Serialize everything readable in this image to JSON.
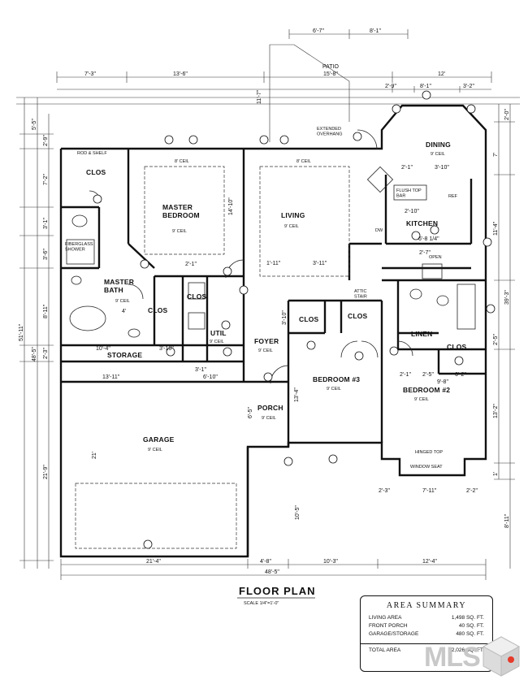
{
  "top_dims": {
    "d1": "6'-7\"",
    "d2": "8'-1\"",
    "patio": "PATIO",
    "d3": "7'-3\"",
    "d4": "13'-6\"",
    "d5": "15'-8\"",
    "d6": "12'",
    "d7": "2'-9\"",
    "d8": "8'-1\"",
    "d9": "3'-2\"",
    "d10": "11'-7\""
  },
  "left_dims": {
    "l1": "5'-5\"",
    "l2": "2'-9\"",
    "l3": "7'-2\"",
    "l4": "3'-1\"",
    "l5": "3'-6\"",
    "l6": "8'-11\"",
    "l7": "2'-3\"",
    "l8": "48'-5\"",
    "l9": "21'-9\"",
    "l10": "51'-11\""
  },
  "right_dims": {
    "r1": "2'-0\"",
    "r2": "7'",
    "r3": "11'-4\"",
    "r4": "39'-3\"",
    "r5": "2'-5\"",
    "r6": "13'-2\"",
    "r7": "1'",
    "r8": "8'-11\""
  },
  "rooms": {
    "clos1": "CLOS",
    "rod_shelf": "ROD & SHELF",
    "master_bedroom": "MASTER\nBEDROOM",
    "master_ceil": "9' CEIL",
    "living": "LIVING",
    "living_ceil": "9' CEIL",
    "dining": "DINING",
    "dining_ceil": "9' CEIL",
    "kitchen": "KITCHEN",
    "master_bath": "MASTER\nBATH",
    "bath_ceil": "9' CEIL",
    "fiberglass": "FIBERGLASS\nSHOWER",
    "clos2": "CLOS",
    "clos3": "CLOS",
    "util": "UTIL",
    "util_ceil": "9' CEIL",
    "storage": "STORAGE",
    "foyer": "FOYER",
    "foyer_ceil": "9' CEIL",
    "clos4": "CLOS",
    "clos5": "CLOS",
    "clos6": "CLOS",
    "linen": "LINEN",
    "bedroom3": "BEDROOM #3",
    "bedroom3_ceil": "9' CEIL",
    "bedroom2": "BEDROOM #2",
    "bedroom2_ceil": "9' CEIL",
    "porch": "PORCH",
    "porch_ceil": "9' CEIL",
    "garage": "GARAGE",
    "garage_ceil": "9' CEIL",
    "flush_bar": "FLUSH TOP\nBAR",
    "extended": "EXTENDED\nOVERHANG",
    "hinged_top": "HINGED TOP",
    "window_seat": "WINDOW SEAT",
    "attic": "ATTIC\nSTAIR",
    "dw": "DW",
    "ref": "REF",
    "open": "OPEN"
  },
  "inner_dims": {
    "i1": "8' CEIL",
    "i2": "14'-10\"",
    "i3": "8' CEIL",
    "i4": "1'-11\"",
    "i5": "3'-11\"",
    "i6": "2'-1\"",
    "i7": "3'-10\"",
    "i8": "2'-7\"",
    "i9": "6'-8 1/4\"",
    "i10": "13'-11\"",
    "i11": "6'-10\"",
    "i12": "3'-1\"",
    "i13": "10'-4\"",
    "i14": "3'-10\"",
    "i15": "21'",
    "i16": "4'",
    "i17": "2'-1\"",
    "i18": "2'-5\"",
    "i19": "9'-8\"",
    "i20": "13'-4\"",
    "i21": "6'-5\"",
    "i22": "10'-5\"",
    "i23": "2'-3\"",
    "i24": "7'-11\"",
    "i25": "2'-2\"",
    "i26": "2'-1\"",
    "i27": "3'-10\"",
    "i28": "2'-10\"",
    "i29": "6'-2\""
  },
  "bottom_dims": {
    "b1": "21'-4\"",
    "b2": "4'-8\"",
    "b3": "10'-3\"",
    "b4": "12'-4\"",
    "b5": "48'-5\""
  },
  "plan_title": "FLOOR PLAN",
  "scale": "SCALE 1/4\"=1'-0\"",
  "area_summary": {
    "heading": "AREA SUMMARY",
    "rows": [
      {
        "label": "LIVING AREA",
        "value": "1,498 SQ. FT."
      },
      {
        "label": "FRONT PORCH",
        "value": "40 SQ. FT."
      },
      {
        "label": "GARAGE/STORAGE",
        "value": "480 SQ. FT."
      }
    ],
    "total_label": "TOTAL AREA",
    "total_value": "2,026 SQ. FT."
  },
  "logo": {
    "text": "MLS"
  },
  "colors": {
    "ink": "#111111",
    "paper": "#ffffff",
    "logo_gray": "#c8c8c8",
    "logo_accent": "#e53a2a"
  }
}
